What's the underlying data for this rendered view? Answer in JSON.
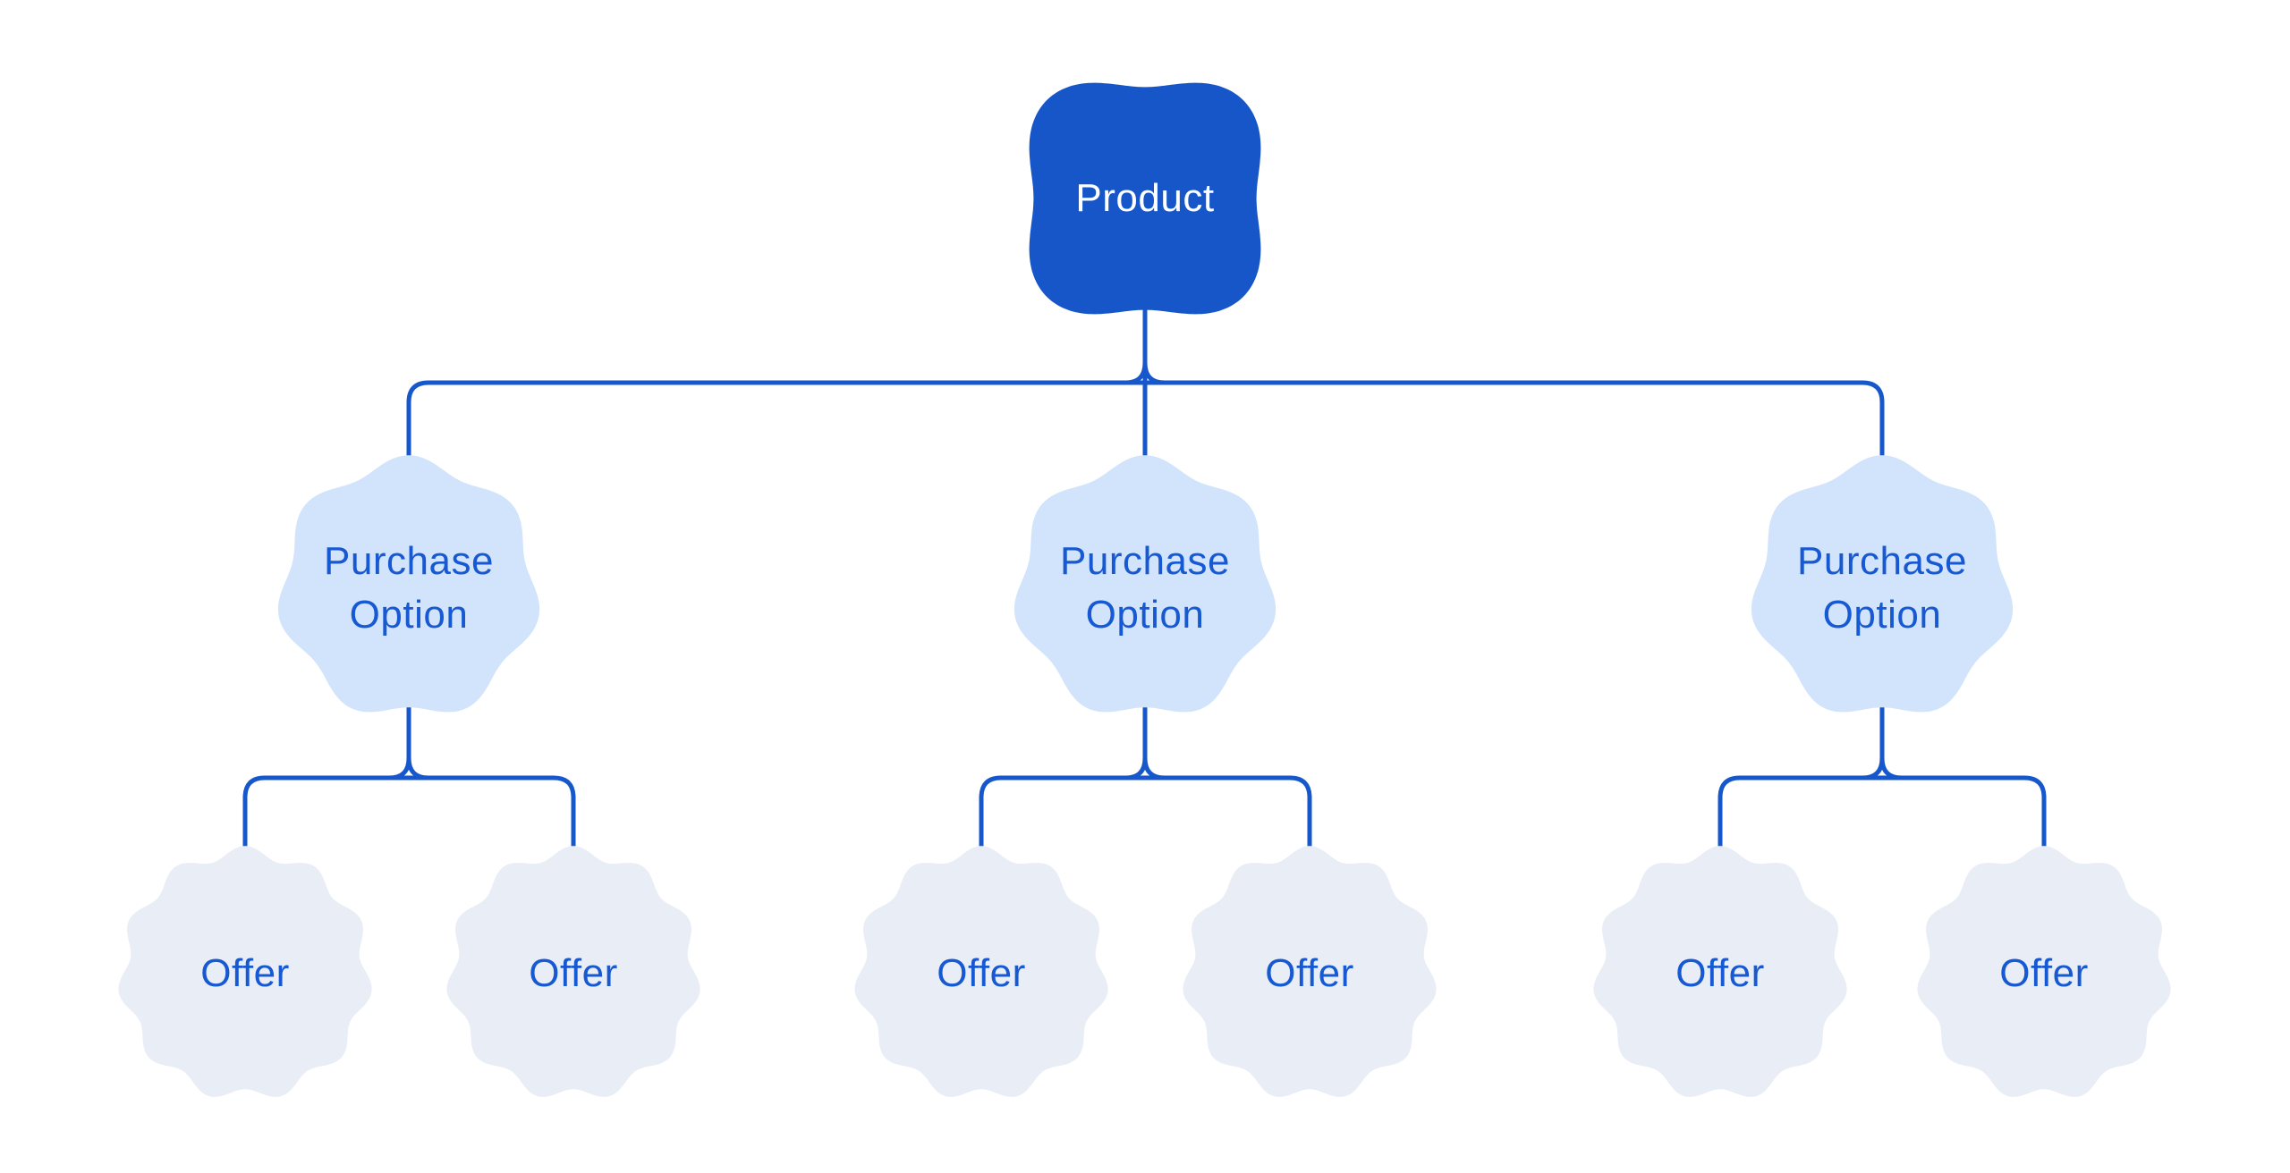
{
  "diagram": {
    "root": {
      "label": "Product"
    },
    "purchase_options": [
      {
        "label": "Purchase Option",
        "offers": [
          {
            "label": "Offer"
          },
          {
            "label": "Offer"
          }
        ]
      },
      {
        "label": "Purchase Option",
        "offers": [
          {
            "label": "Offer"
          },
          {
            "label": "Offer"
          }
        ]
      },
      {
        "label": "Purchase Option",
        "offers": [
          {
            "label": "Offer"
          },
          {
            "label": "Offer"
          }
        ]
      }
    ],
    "colors": {
      "background": "#ffffff",
      "connector": "#1657cb",
      "product_fill": "#1656c8",
      "product_text": "#ffffff",
      "purchase_fill": "#d2e3fc",
      "offer_fill": "#e8edf6",
      "label_text": "#1659d2"
    }
  }
}
